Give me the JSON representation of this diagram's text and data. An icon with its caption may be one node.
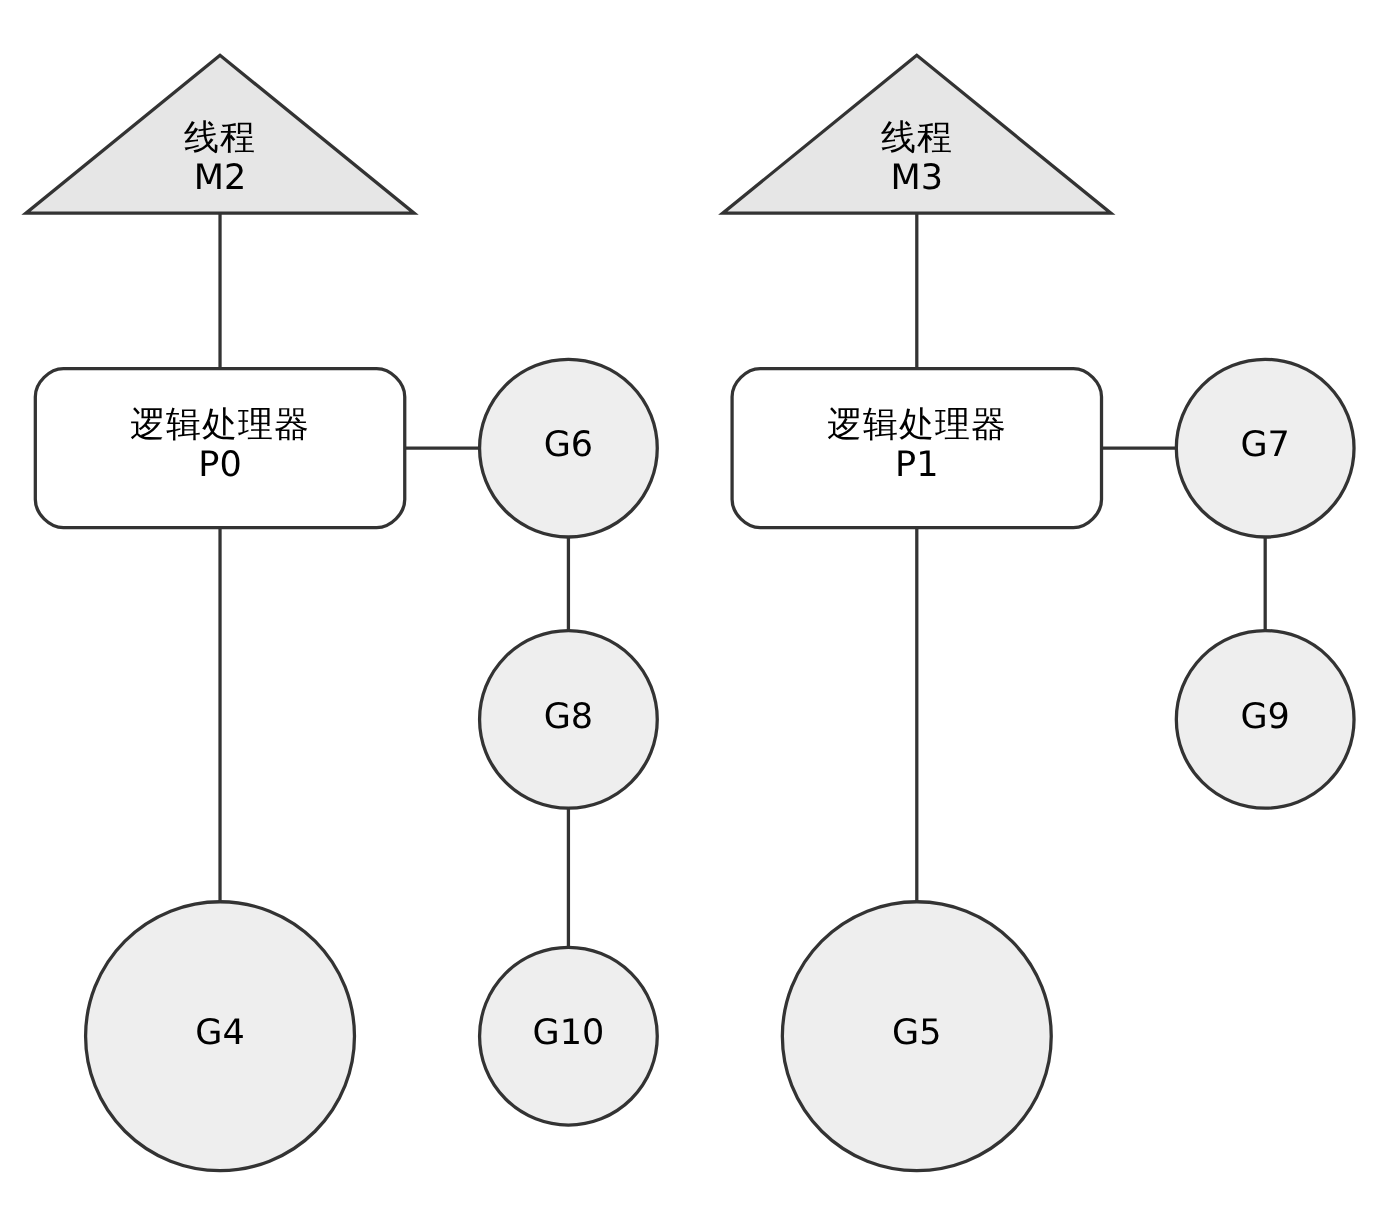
{
  "diagram": {
    "nodes": [
      {
        "text": [
          "线程",
          "M2"
        ]
      },
      {
        "text": [
          "线程",
          "M3"
        ]
      },
      {
        "text": [
          "逻辑处理器",
          "P0"
        ]
      },
      {
        "text": [
          "G6"
        ]
      },
      {
        "text": [
          "逻辑处理器",
          "P1"
        ]
      },
      {
        "text": [
          "G7"
        ]
      },
      {
        "text": [
          "G8"
        ]
      },
      {
        "text": [
          "G9"
        ]
      },
      {
        "text": [
          "G4"
        ]
      },
      {
        "text": [
          "G5"
        ]
      },
      {
        "text": [
          "G10"
        ]
      }
    ],
    "edges": [
      {
        "from": 0,
        "to": 2,
        "arrow": "none"
      },
      {
        "from": 2,
        "to": 3,
        "arrow": "none"
      },
      {
        "from": 3,
        "to": 6,
        "arrow": "none"
      },
      {
        "from": 6,
        "to": 10,
        "arrow": "none"
      },
      {
        "from": 2,
        "to": 8,
        "arrow": "none"
      },
      {
        "from": 1,
        "to": 4,
        "arrow": "none"
      },
      {
        "from": 4,
        "to": 5,
        "arrow": "none"
      },
      {
        "from": 5,
        "to": 7,
        "arrow": "none"
      },
      {
        "from": 4,
        "to": 9,
        "arrow": "none"
      }
    ]
  }
}
